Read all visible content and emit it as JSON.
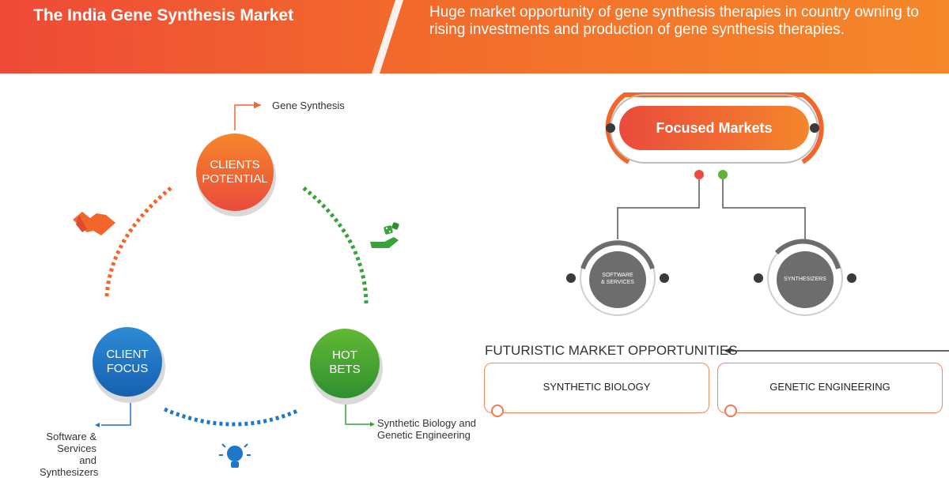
{
  "header": {
    "title": "The India Gene Synthesis Market",
    "description": "Huge market opportunity of gene synthesis therapies in country owning to rising investments and production of gene synthesis therapies."
  },
  "cycle": {
    "clients_potential": {
      "line1": "CLIENTS",
      "line2": "POTENTIAL",
      "note": "Gene Synthesis"
    },
    "client_focus": {
      "line1": "CLIENT",
      "line2": "FOCUS",
      "note_lines": [
        "Software &",
        "Services and",
        "Synthesizers"
      ]
    },
    "hot_bets": {
      "line1": "HOT",
      "line2": "BETS",
      "note_lines": [
        "Synthetic Biology and",
        "Genetic Engineering"
      ]
    },
    "icons": [
      "handshake-icon",
      "hand-dice-icon",
      "lightbulb-icon"
    ]
  },
  "focused": {
    "title": "Focused Markets",
    "markets": [
      {
        "line1": "SOFTWARE",
        "line2": "& SERVICES"
      },
      {
        "line1": "SYNTHESIZERS",
        "line2": ""
      }
    ]
  },
  "futuristic": {
    "heading": "FUTURISTIC MARKET OPPORTUNITIES",
    "items": [
      "SYNTHETIC BIOLOGY",
      "GENETIC ENGINEERING"
    ]
  },
  "colors": {
    "orange": "#f2652b",
    "red": "#ea4b3c",
    "blue": "#1f77c9",
    "green": "#3aa23a",
    "gray": "#6d6d6d"
  }
}
